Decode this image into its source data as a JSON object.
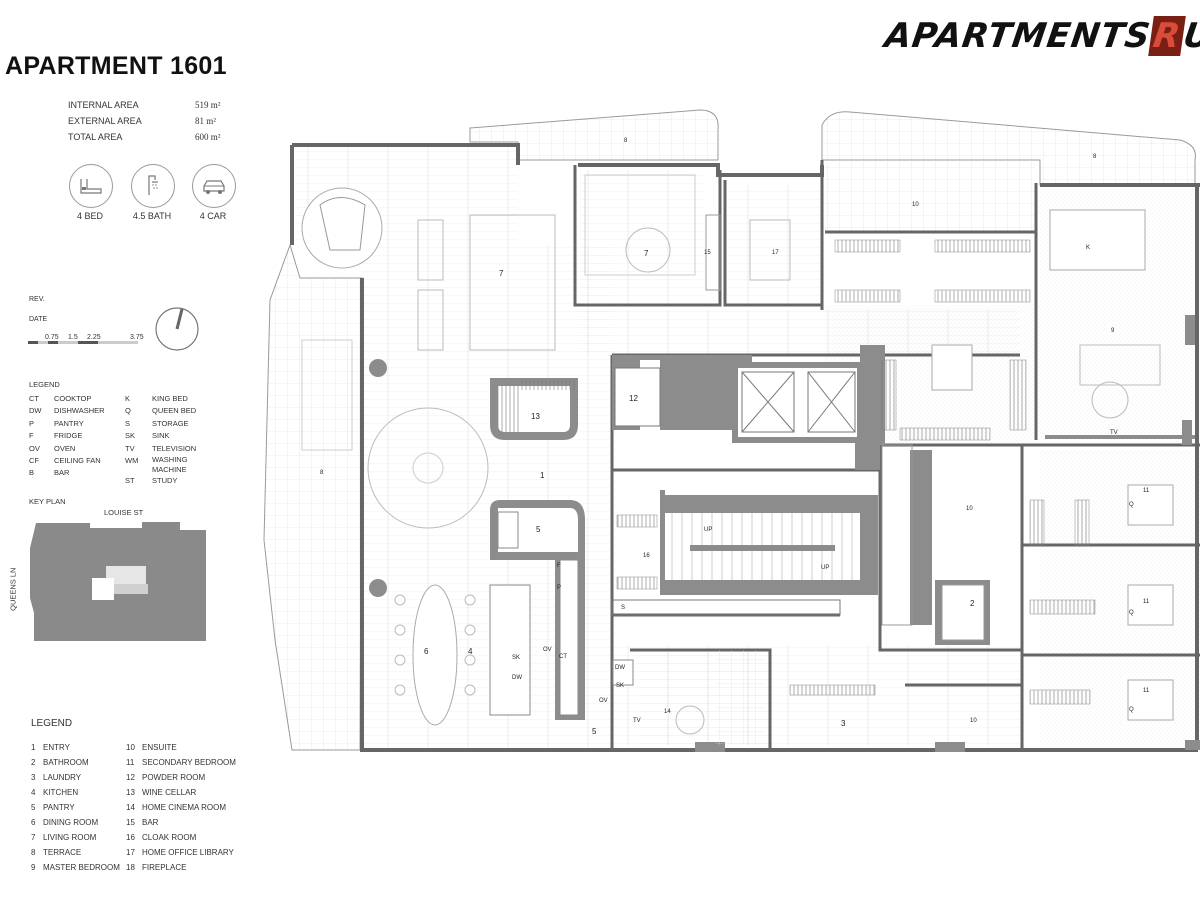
{
  "title": "APARTMENT 1601",
  "brand": {
    "part1": "APARTMENTS",
    "mark": "R",
    "part2": "US"
  },
  "areas": [
    {
      "label": "INTERNAL AREA",
      "value": "519 m²"
    },
    {
      "label": "EXTERNAL AREA",
      "value": "81 m²"
    },
    {
      "label": "TOTAL AREA",
      "value": "600 m²"
    }
  ],
  "features": [
    {
      "label": "4 BED",
      "icon": "bed-icon"
    },
    {
      "label": "4.5 BATH",
      "icon": "shower-icon"
    },
    {
      "label": "4 CAR",
      "icon": "car-icon"
    }
  ],
  "rev_label": "REV.",
  "date_label": "DATE",
  "scale_ticks": [
    "0.75",
    "1.5",
    "2.25",
    "3.75"
  ],
  "abbrev_title": "LEGEND",
  "abbrev_left": [
    {
      "code": "CT",
      "name": "COOKTOP"
    },
    {
      "code": "DW",
      "name": "DISHWASHER"
    },
    {
      "code": "P",
      "name": "PANTRY"
    },
    {
      "code": "F",
      "name": "FRIDGE"
    },
    {
      "code": "OV",
      "name": "OVEN"
    },
    {
      "code": "CF",
      "name": "CEILING FAN"
    },
    {
      "code": "B",
      "name": "BAR"
    }
  ],
  "abbrev_right": [
    {
      "code": "K",
      "name": "KING BED"
    },
    {
      "code": "Q",
      "name": "QUEEN BED"
    },
    {
      "code": "S",
      "name": "STORAGE"
    },
    {
      "code": "SK",
      "name": "SINK"
    },
    {
      "code": "TV",
      "name": "TELEVISION"
    },
    {
      "code": "WM",
      "name": "WASHING MACHINE"
    },
    {
      "code": "ST",
      "name": "STUDY"
    }
  ],
  "key_plan": {
    "label": "KEY PLAN",
    "street_top": "LOUISE ST",
    "street_left": "QUEENS LN"
  },
  "rooms_title": "LEGEND",
  "rooms_left": [
    {
      "n": "1",
      "name": "ENTRY"
    },
    {
      "n": "2",
      "name": "BATHROOM"
    },
    {
      "n": "3",
      "name": "LAUNDRY"
    },
    {
      "n": "4",
      "name": "KITCHEN"
    },
    {
      "n": "5",
      "name": "PANTRY"
    },
    {
      "n": "6",
      "name": "DINING ROOM"
    },
    {
      "n": "7",
      "name": "LIVING ROOM"
    },
    {
      "n": "8",
      "name": "TERRACE"
    },
    {
      "n": "9",
      "name": "MASTER BEDROOM"
    }
  ],
  "rooms_right": [
    {
      "n": "10",
      "name": "ENSUITE"
    },
    {
      "n": "11",
      "name": "SECONDARY BEDROOM"
    },
    {
      "n": "12",
      "name": "POWDER ROOM"
    },
    {
      "n": "13",
      "name": "WINE CELLAR"
    },
    {
      "n": "14",
      "name": "HOME CINEMA ROOM"
    },
    {
      "n": "15",
      "name": "BAR"
    },
    {
      "n": "16",
      "name": "CLOAK ROOM"
    },
    {
      "n": "17",
      "name": "HOME OFFICE LIBRARY"
    },
    {
      "n": "18",
      "name": "FIREPLACE"
    }
  ],
  "plan_labels": {
    "entry": "1",
    "bathroom": "2",
    "laundry": "3",
    "kitchen": "4",
    "pantry_a": "5",
    "pantry_b": "5",
    "dining": "6",
    "living_a": "7",
    "living_b": "7",
    "terrace_a": "8",
    "terrace_b": "8",
    "terrace_c": "8",
    "master": "9",
    "ensuite_a": "10",
    "ensuite_b": "10",
    "ensuite_c": "10",
    "bed_a": "11",
    "bed_b": "11",
    "bed_c": "11",
    "powder": "12",
    "cellar": "13",
    "cinema": "14",
    "bar": "15",
    "cloak": "16",
    "office": "17",
    "k": "K",
    "q1": "Q",
    "q2": "Q",
    "q3": "Q",
    "tv1": "TV",
    "tv2": "TV",
    "sk1": "SK",
    "dw1": "DW",
    "ov1": "OV",
    "ct": "CT",
    "dw2": "DW",
    "sk2": "SK",
    "ov2": "OV",
    "f": "F",
    "p": "P",
    "s": "S",
    "up1": "UP",
    "up2": "UP"
  },
  "colors": {
    "wall": "#7f7f7f",
    "core": "#8c8c8c",
    "line": "#b5b5b5",
    "key_plan_fill": "#8a8a8a"
  }
}
